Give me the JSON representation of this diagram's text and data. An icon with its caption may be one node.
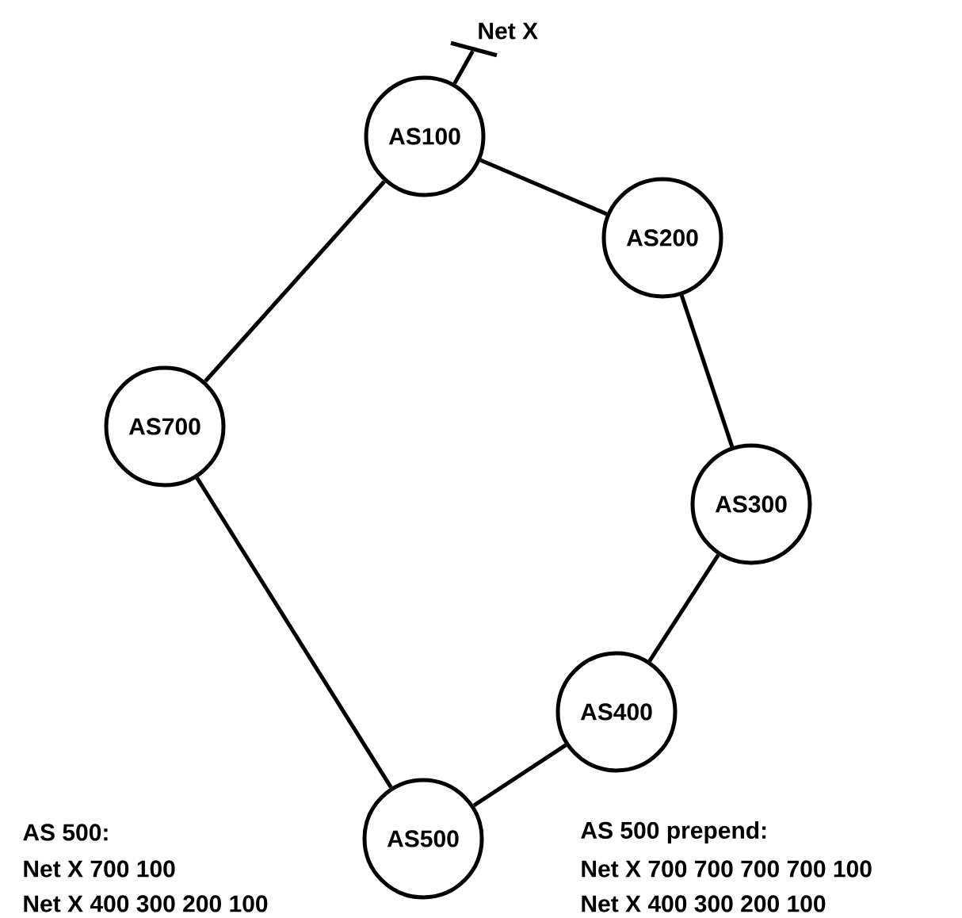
{
  "diagram": {
    "nodes": [
      {
        "text": [
          "AS100"
        ]
      },
      {
        "text": [
          "AS200"
        ]
      },
      {
        "text": [
          "AS700"
        ]
      },
      {
        "text": [
          "AS300"
        ]
      },
      {
        "text": [
          "AS400"
        ]
      },
      {
        "text": [
          "AS500"
        ]
      },
      {
        "text": [],
        "shape": "bar",
        "beside": [
          "Net X"
        ]
      }
    ],
    "edges": [
      {
        "from": 0,
        "to": 6,
        "arrow": "none"
      },
      {
        "from": 0,
        "to": 1,
        "arrow": "none"
      },
      {
        "from": 0,
        "to": 2,
        "arrow": "none"
      },
      {
        "from": 1,
        "to": 3,
        "arrow": "none"
      },
      {
        "from": 3,
        "to": 4,
        "arrow": "none"
      },
      {
        "from": 4,
        "to": 5,
        "arrow": "none"
      },
      {
        "from": 2,
        "to": 5,
        "arrow": "none"
      }
    ],
    "labels": [
      "AS 500:",
      "Net X 700 100",
      "Net X 400 300 200 100",
      "AS 500 prepend:",
      "Net X 700 700 700 700 100",
      "Net X 400 300 200 100"
    ]
  }
}
